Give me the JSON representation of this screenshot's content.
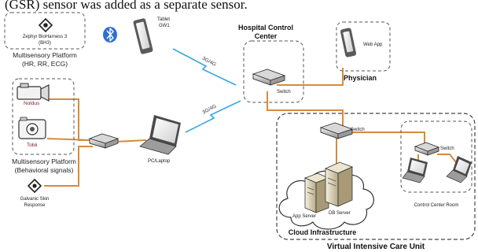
{
  "caption": "(GSR) sensor was added as a separate sensor.",
  "colors": {
    "wire": "#d88a3c",
    "wireless": "#3aa7e0",
    "bluetooth": "#2f6fd6",
    "dashed_box": "#555555",
    "vicu_box": "#444444"
  },
  "top_left_group": {
    "zephyr_label_1": "Zephyr BioHarness 3",
    "zephyr_label_2": "(BH3)",
    "tablet_label_1": "Tablet",
    "tablet_label_2": "GW1",
    "platform_label_1": "Multisensory Platform",
    "platform_label_2": "(HR, RR, ECG)"
  },
  "behavioral_group": {
    "noldus_label": "Noldus",
    "tobii_label": "Tobii",
    "platform_label_1": "Multisensory Platform",
    "platform_label_2": "(Behavioral signals)",
    "gsr_label_1": "Galvanic Skin",
    "gsr_label_2": "Response",
    "laptop_label": "PC/Laptop"
  },
  "links": {
    "radio_1": "3G/4G",
    "radio_2": "3G/4G"
  },
  "hospital": {
    "title_1": "Hospital Control",
    "title_2": "Center",
    "switch_label": "Switch"
  },
  "physician": {
    "app_label": "Web App",
    "title": "Physician"
  },
  "vicu": {
    "switch_label": "Switch",
    "control_room_switch_label": "Switch",
    "control_room_title": "Control Center Room",
    "app_server_label": "App Server",
    "db_server_label": "DB Server",
    "cloud_title": "Cloud Infrastructure",
    "title": "Virtual Intensive Care Unit"
  }
}
